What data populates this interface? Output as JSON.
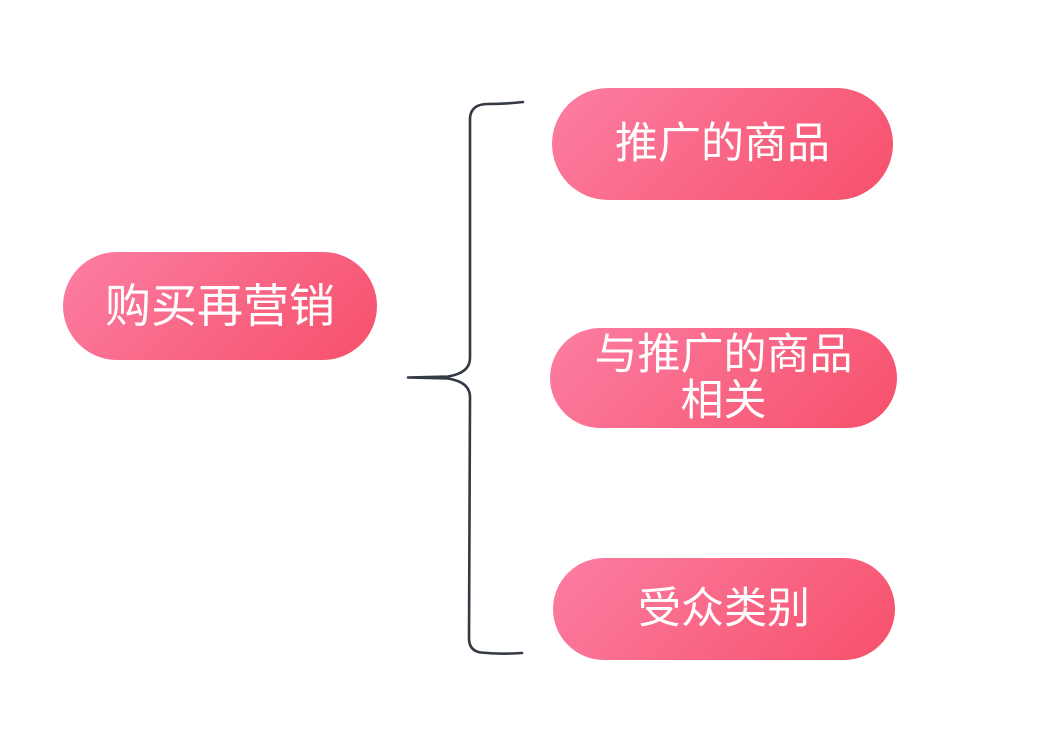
{
  "diagram": {
    "type": "mindmap",
    "colors": {
      "background": "#ffffff",
      "node_gradient_start": "#FC7EA3",
      "node_gradient_end": "#F6506A",
      "connector": "#333a44",
      "node_text": "#ffffff"
    },
    "root": {
      "label": "购买再营销"
    },
    "children": [
      {
        "lines": [
          "推广的商品"
        ]
      },
      {
        "lines": [
          "与推广的商品",
          "相关"
        ]
      },
      {
        "lines": [
          "受众类别"
        ]
      }
    ]
  }
}
